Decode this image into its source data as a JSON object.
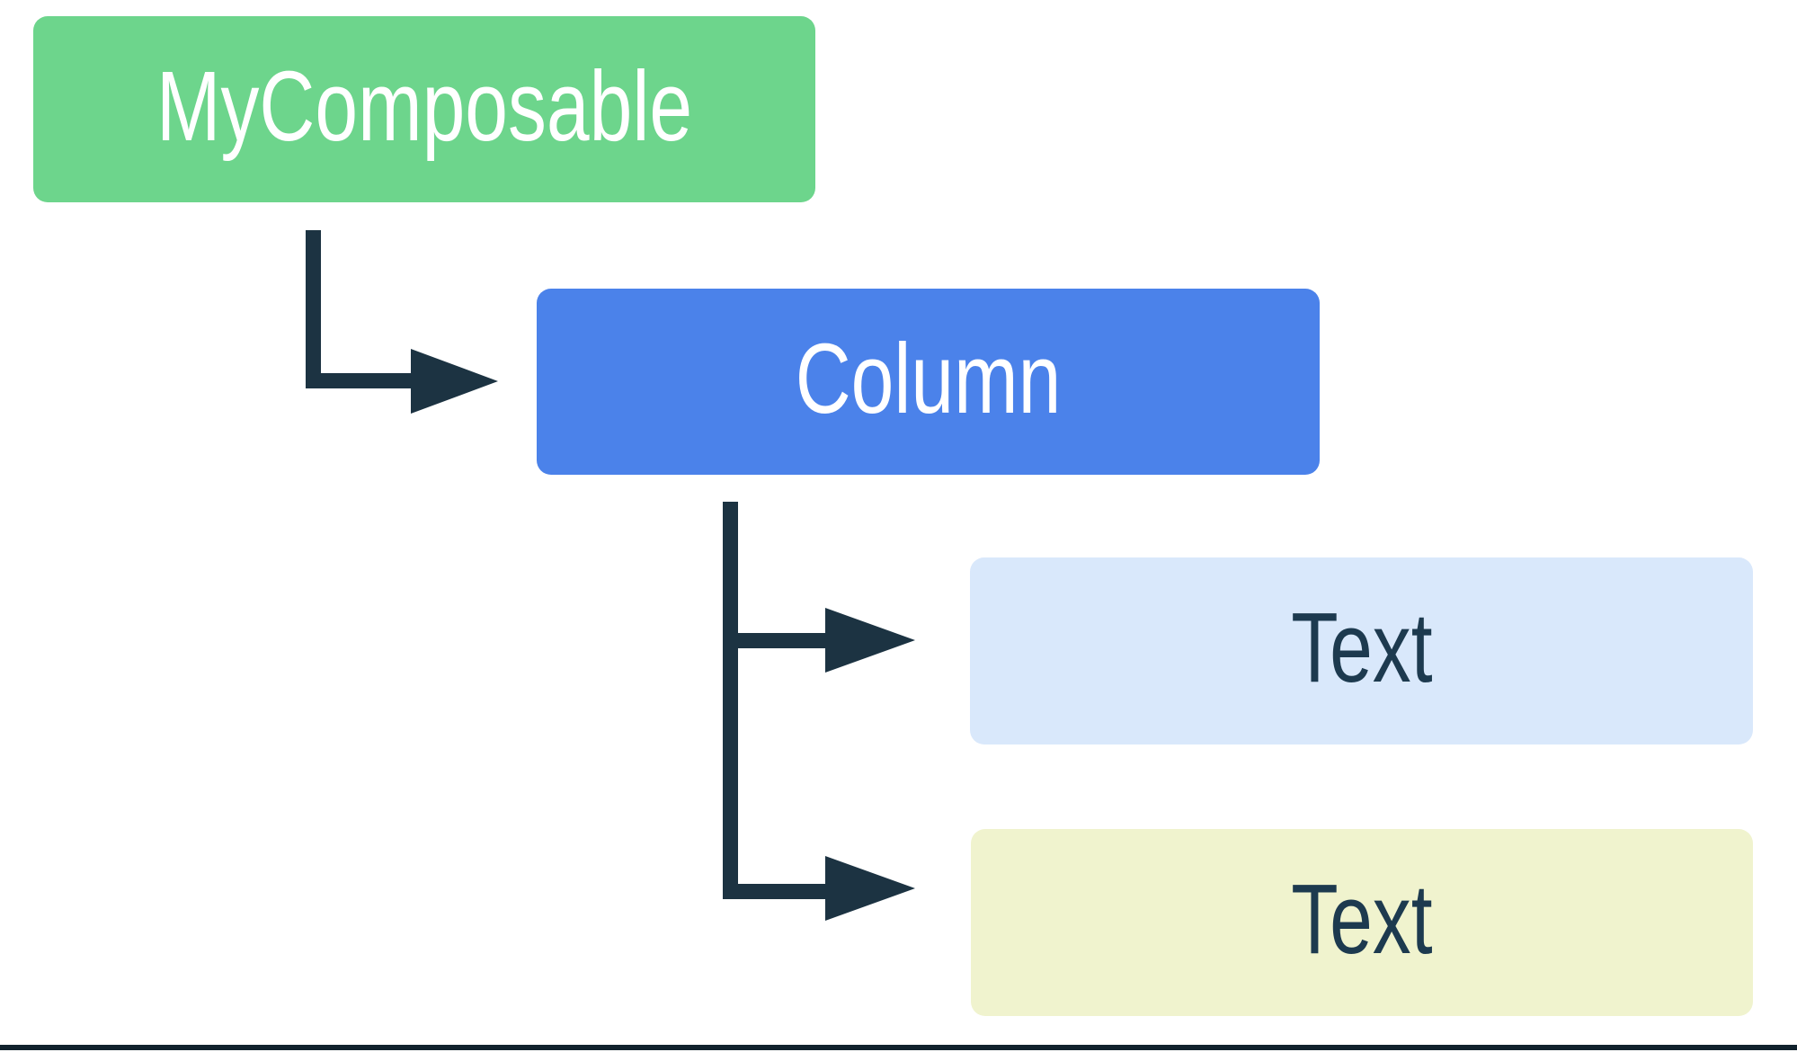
{
  "palette": {
    "background": "#ffffff",
    "node_green": "#6dd58c",
    "node_blue": "#4b82ea",
    "node_light_blue": "#d9e8fb",
    "node_pale_yellow": "#f0f3ce",
    "arrow": "#1c3342",
    "dark_text": "#1d3a4f",
    "light_text": "#ffffff",
    "bottom_rule": "#11222d"
  },
  "nodes": {
    "root": {
      "label": "MyComposable"
    },
    "column": {
      "label": "Column"
    },
    "text_first": {
      "label": "Text"
    },
    "text_second": {
      "label": "Text"
    }
  },
  "icons": {
    "arrowhead": "triangle-right-arrowhead"
  }
}
